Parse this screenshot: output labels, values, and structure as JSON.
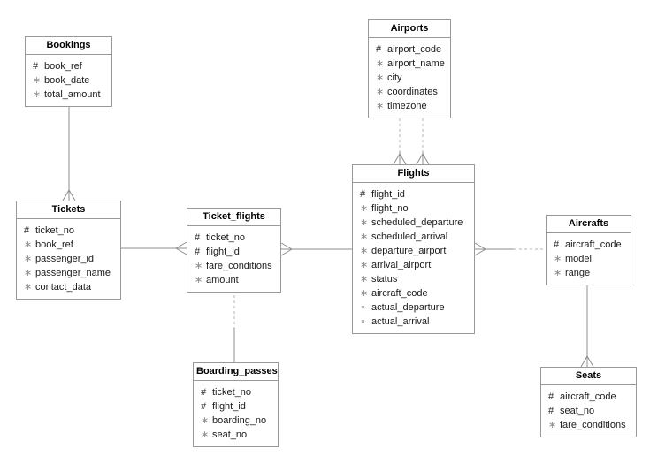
{
  "colors": {
    "background": "#ffffff",
    "box_border": "#999999",
    "box_fill": "#ffffff",
    "title_text": "#000000",
    "column_text": "#1a1a1a",
    "flag_muted": "#8c8c8c",
    "line_solid": "#8c8c8c",
    "line_dashed": "#b5b5b5"
  },
  "tables": {
    "bookings": {
      "title": "Bookings",
      "columns": [
        {
          "flag": "#",
          "name": "book_ref"
        },
        {
          "flag": "∗",
          "name": "book_date"
        },
        {
          "flag": "∗",
          "name": "total_amount"
        }
      ]
    },
    "tickets": {
      "title": "Tickets",
      "columns": [
        {
          "flag": "#",
          "name": "ticket_no"
        },
        {
          "flag": "∗",
          "name": "book_ref"
        },
        {
          "flag": "∗",
          "name": "passenger_id"
        },
        {
          "flag": "∗",
          "name": "passenger_name"
        },
        {
          "flag": "∗",
          "name": "contact_data"
        }
      ]
    },
    "ticket_flights": {
      "title": "Ticket_flights",
      "columns": [
        {
          "flag": "#",
          "name": "ticket_no"
        },
        {
          "flag": "#",
          "name": "flight_id"
        },
        {
          "flag": "∗",
          "name": "fare_conditions"
        },
        {
          "flag": "∗",
          "name": "amount"
        }
      ]
    },
    "boarding_passes": {
      "title": "Boarding_passes",
      "columns": [
        {
          "flag": "#",
          "name": "ticket_no"
        },
        {
          "flag": "#",
          "name": "flight_id"
        },
        {
          "flag": "∗",
          "name": "boarding_no"
        },
        {
          "flag": "∗",
          "name": "seat_no"
        }
      ]
    },
    "airports": {
      "title": "Airports",
      "columns": [
        {
          "flag": "#",
          "name": "airport_code"
        },
        {
          "flag": "∗",
          "name": "airport_name"
        },
        {
          "flag": "∗",
          "name": "city"
        },
        {
          "flag": "∗",
          "name": "coordinates"
        },
        {
          "flag": "∗",
          "name": "timezone"
        }
      ]
    },
    "flights": {
      "title": "Flights",
      "columns": [
        {
          "flag": "#",
          "name": "flight_id"
        },
        {
          "flag": "∗",
          "name": "flight_no"
        },
        {
          "flag": "∗",
          "name": "scheduled_departure"
        },
        {
          "flag": "∗",
          "name": "scheduled_arrival"
        },
        {
          "flag": "∗",
          "name": "departure_airport"
        },
        {
          "flag": "∗",
          "name": "arrival_airport"
        },
        {
          "flag": "∗",
          "name": "status"
        },
        {
          "flag": "∗",
          "name": "aircraft_code"
        },
        {
          "flag": "∘",
          "name": "actual_departure"
        },
        {
          "flag": "∘",
          "name": "actual_arrival"
        }
      ]
    },
    "aircrafts": {
      "title": "Aircrafts",
      "columns": [
        {
          "flag": "#",
          "name": "aircraft_code"
        },
        {
          "flag": "∗",
          "name": "model"
        },
        {
          "flag": "∗",
          "name": "range"
        }
      ]
    },
    "seats": {
      "title": "Seats",
      "columns": [
        {
          "flag": "#",
          "name": "aircraft_code"
        },
        {
          "flag": "#",
          "name": "seat_no"
        },
        {
          "flag": "∗",
          "name": "fare_conditions"
        }
      ]
    }
  },
  "relationships": [
    {
      "from": "Bookings",
      "to": "Tickets",
      "line": "solid",
      "many_side": "Tickets"
    },
    {
      "from": "Tickets",
      "to": "Ticket_flights",
      "line": "solid",
      "many_side": "Ticket_flights"
    },
    {
      "from": "Flights",
      "to": "Ticket_flights",
      "line": "solid",
      "many_side": "Ticket_flights"
    },
    {
      "from": "Ticket_flights",
      "to": "Boarding_passes",
      "line": "dashed",
      "many_side": "none"
    },
    {
      "from": "Airports",
      "to": "Flights",
      "line": "dashed",
      "many_side": "Flights",
      "via": "departure_airport"
    },
    {
      "from": "Airports",
      "to": "Flights",
      "line": "dashed",
      "many_side": "Flights",
      "via": "arrival_airport"
    },
    {
      "from": "Aircrafts",
      "to": "Flights",
      "line": "dashed",
      "many_side": "Flights"
    },
    {
      "from": "Aircrafts",
      "to": "Seats",
      "line": "solid",
      "many_side": "Seats"
    }
  ]
}
